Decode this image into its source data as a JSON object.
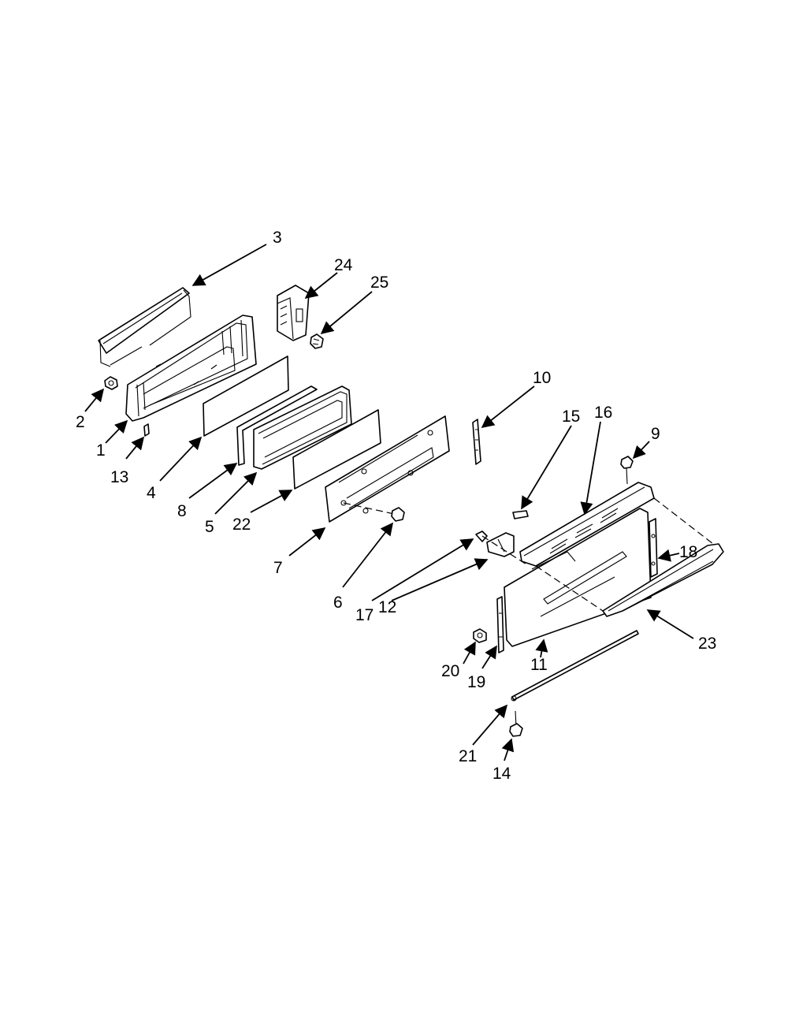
{
  "diagram": {
    "callouts": [
      {
        "id": "c3",
        "label": "3"
      },
      {
        "id": "c24",
        "label": "24"
      },
      {
        "id": "c25",
        "label": "25"
      },
      {
        "id": "c2",
        "label": "2"
      },
      {
        "id": "c1",
        "label": "1"
      },
      {
        "id": "c13",
        "label": "13"
      },
      {
        "id": "c4",
        "label": "4"
      },
      {
        "id": "c8",
        "label": "8"
      },
      {
        "id": "c5",
        "label": "5"
      },
      {
        "id": "c22",
        "label": "22"
      },
      {
        "id": "c7",
        "label": "7"
      },
      {
        "id": "c6",
        "label": "6"
      },
      {
        "id": "c10",
        "label": "10"
      },
      {
        "id": "c15",
        "label": "15"
      },
      {
        "id": "c16",
        "label": "16"
      },
      {
        "id": "c9",
        "label": "9"
      },
      {
        "id": "c18",
        "label": "18"
      },
      {
        "id": "c23",
        "label": "23"
      },
      {
        "id": "c17",
        "label": "17"
      },
      {
        "id": "c12",
        "label": "12"
      },
      {
        "id": "c11",
        "label": "11"
      },
      {
        "id": "c20",
        "label": "20"
      },
      {
        "id": "c19",
        "label": "19"
      },
      {
        "id": "c21",
        "label": "21"
      },
      {
        "id": "c14",
        "label": "14"
      }
    ]
  }
}
